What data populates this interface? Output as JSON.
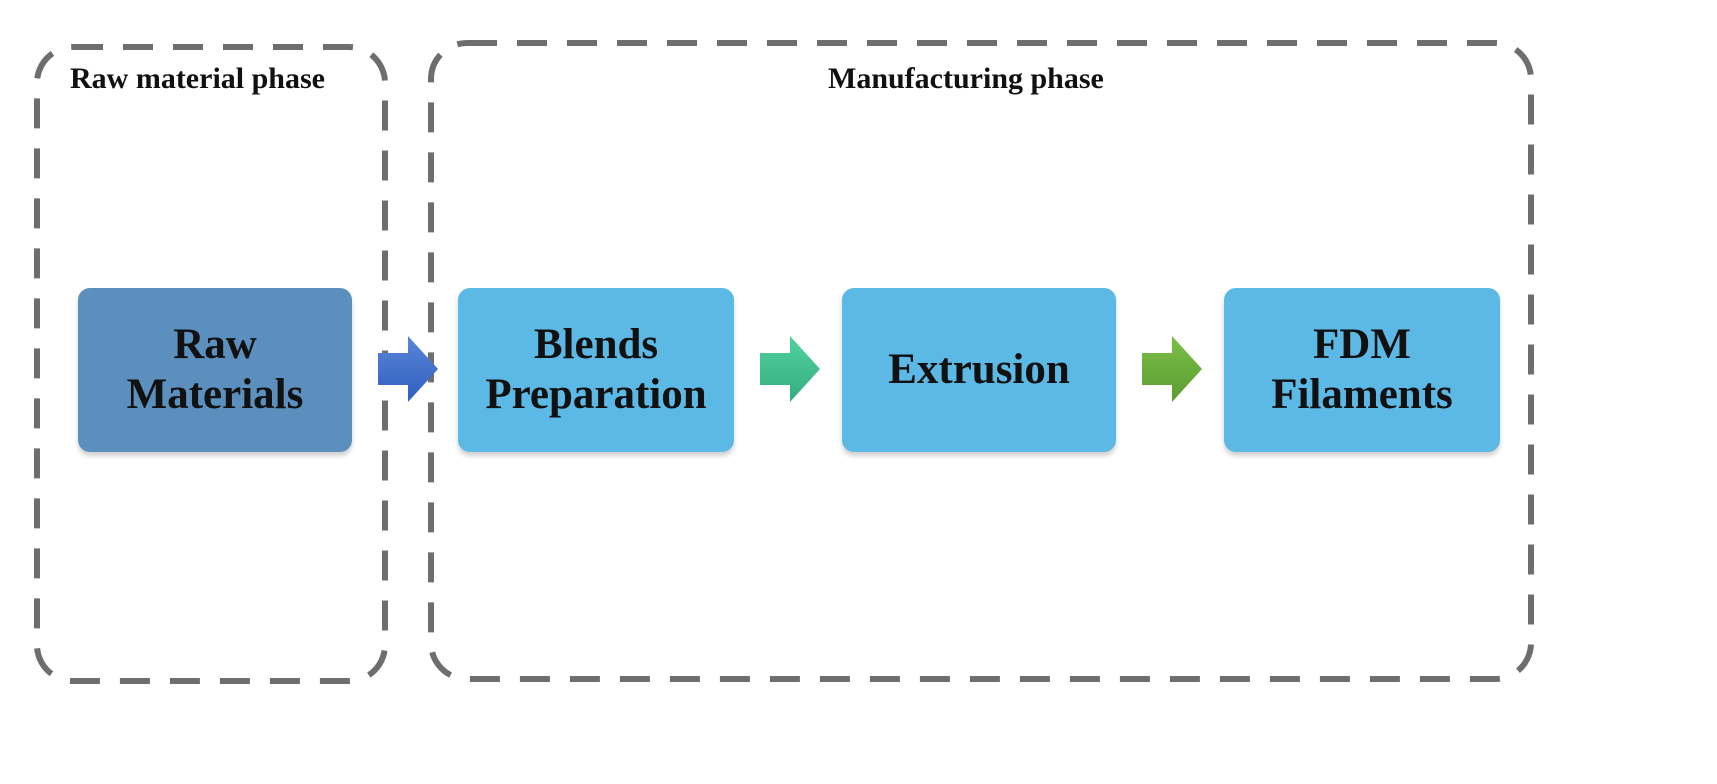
{
  "phases": {
    "raw": {
      "title": "Raw material phase"
    },
    "manufacturing": {
      "title": "Manufacturing phase"
    }
  },
  "steps": [
    {
      "line1": "Raw",
      "line2": "Materials",
      "color": "#5b8fbd"
    },
    {
      "line1": "Blends",
      "line2": "Preparation",
      "color": "#5cb8e4"
    },
    {
      "line1": "Extrusion",
      "line2": "",
      "color": "#5cb8e4"
    },
    {
      "line1": "FDM",
      "line2": "Filaments",
      "color": "#5cb8e4"
    }
  ],
  "arrows": [
    {
      "icon": "right-arrow-icon",
      "color": "#3d6fcc"
    },
    {
      "icon": "right-arrow-icon",
      "color": "#3fbf8f"
    },
    {
      "icon": "right-arrow-icon",
      "color": "#6aac3c"
    }
  ],
  "border_color": "#6e6e6e"
}
